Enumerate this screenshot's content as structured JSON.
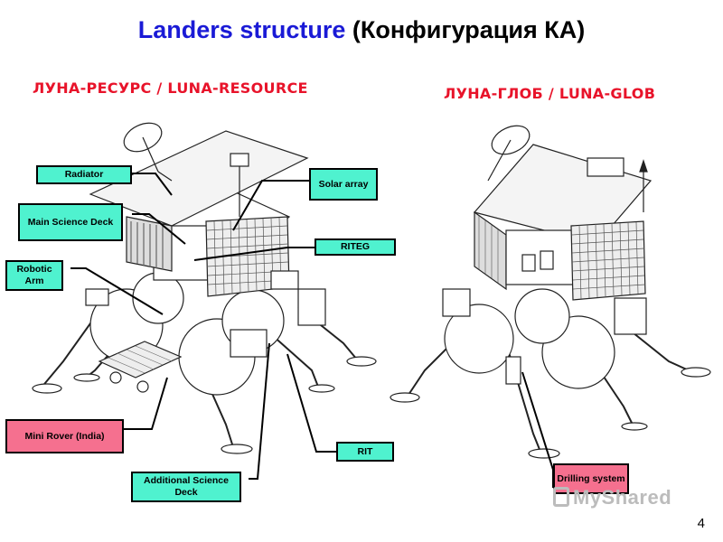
{
  "title": {
    "blue": "Landers structure",
    "black": " (Конфигурация КА)"
  },
  "subtitles": {
    "left": "ЛУНА-РЕСУРС / LUNA-RESOURCE",
    "right": "ЛУНА-ГЛОБ / LUNA-GLOB"
  },
  "labels": {
    "radiator": "Radiator",
    "main_science_deck": "Main Science Deck",
    "robotic_arm": "Robotic Arm",
    "mini_rover": "Mini Rover (India)",
    "additional_science_deck": "Additional Science Deck",
    "solar_array": "Solar array",
    "riteg": "RITEG",
    "rit": "RIT",
    "drilling_system": "Drilling system"
  },
  "colors": {
    "title_blue": "#1a1ad6",
    "subtitle_red": "#e8132a",
    "label_cyan": "#4ff2cf",
    "label_pink": "#f5708f"
  },
  "page_number": "4",
  "watermark": "MyShared"
}
